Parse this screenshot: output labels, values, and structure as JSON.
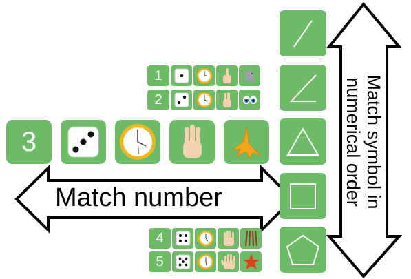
{
  "arrows": {
    "horizontal_label": "Match number",
    "vertical_label_line1": "Match symbol in",
    "vertical_label_line2": "numerical order"
  },
  "rows": [
    {
      "number": "1",
      "icons": [
        "die-one-icon",
        "clock-icon",
        "one-finger-hand-icon",
        "elephant-icon"
      ]
    },
    {
      "number": "2",
      "icons": [
        "die-two-icon",
        "clock-icon",
        "two-finger-hand-icon",
        "eyes-icon"
      ]
    },
    {
      "number": "3",
      "icons": [
        "die-three-icon",
        "clock-icon",
        "three-finger-hand-icon",
        "duck-foot-icon"
      ]
    },
    {
      "number": "4",
      "icons": [
        "die-four-icon",
        "clock-icon",
        "four-finger-hand-icon",
        "legs-icon"
      ]
    },
    {
      "number": "5",
      "icons": [
        "die-five-icon",
        "clock-icon",
        "five-finger-hand-icon",
        "starfish-icon"
      ]
    }
  ],
  "shapes": [
    "line",
    "angle",
    "triangle",
    "square",
    "pentagon"
  ],
  "colors": {
    "tile": "#6dbb66",
    "arrow_fill": "#ffffff",
    "arrow_stroke": "#000000"
  }
}
